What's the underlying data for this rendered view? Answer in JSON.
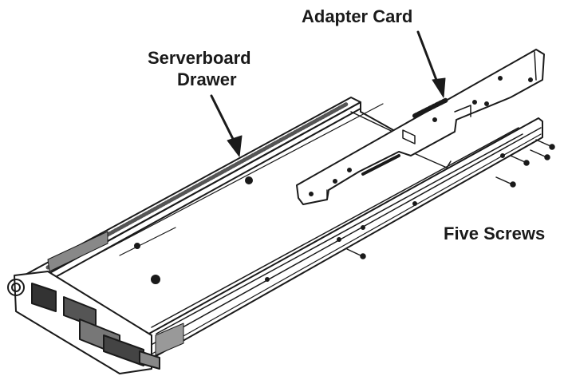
{
  "labels": {
    "adapter_card": "Adapter Card",
    "serverboard_drawer_line1": "Serverboard",
    "serverboard_drawer_line2": "Drawer",
    "five_screws": "Five Screws"
  },
  "colors": {
    "ink": "#1a1a1a",
    "background": "#ffffff",
    "hatch": "#555555"
  }
}
